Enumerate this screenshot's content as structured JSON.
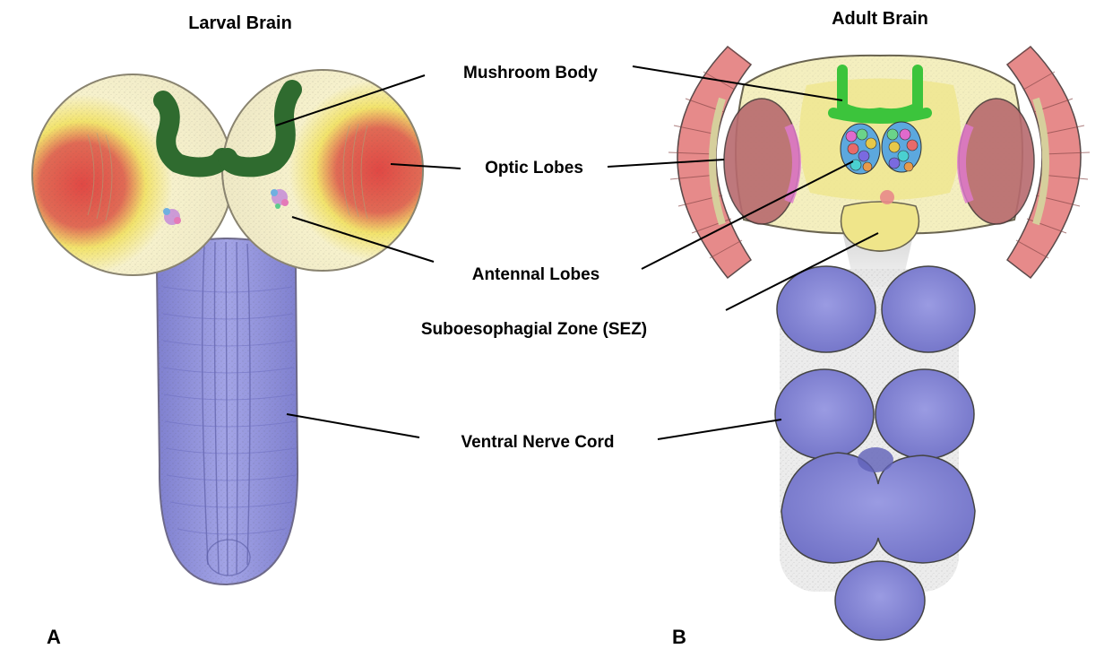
{
  "panels": {
    "a": {
      "title": "Larval Brain",
      "letter": "A"
    },
    "b": {
      "title": "Adult Brain",
      "letter": "B"
    }
  },
  "labels": {
    "mushroom_body": "Mushroom Body",
    "optic_lobes": "Optic Lobes",
    "antennal_lobes": "Antennal Lobes",
    "sez": "Suboesophagial Zone (SEZ)",
    "vnc": "Ventral Nerve Cord"
  },
  "colors": {
    "ventral_nerve_cord": "#8f90db",
    "optic_lobe_outer": "#d94a48",
    "optic_lobe_band": "#f2e37a",
    "brain_tissue": "#f6f1c8",
    "mushroom_body_larval": "#2f6b2f",
    "mushroom_body_adult": "#3cc43c",
    "retina": "#e88a8a",
    "lobula": "#b86a6e",
    "accent_pink": "#e07ad0"
  }
}
